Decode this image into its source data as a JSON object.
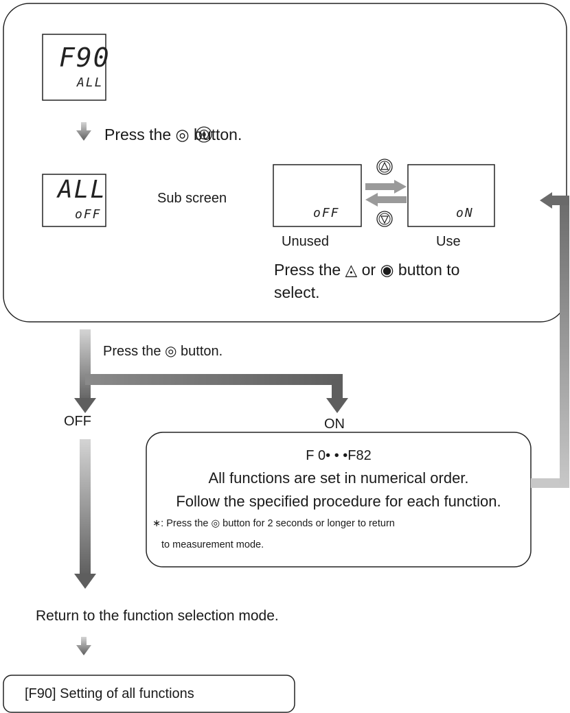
{
  "display_main": {
    "top": "F90",
    "bottom": "ALL"
  },
  "step1_label": "Press the ◎ button.",
  "display_sub": {
    "top": "ALL",
    "bottom": "oFF"
  },
  "sub_screen_label": "Sub screen",
  "option_unused": {
    "display": "oFF",
    "label": "Unused"
  },
  "option_use": {
    "display": "oN",
    "label": "Use"
  },
  "select_instruction": [
    "Press the ◬ or ◉ button to",
    "select."
  ],
  "step2_label": "Press the ◎ button.",
  "branch_off": "OFF",
  "branch_on": "ON",
  "on_box": {
    "range": "F 0• • •F82",
    "line1": "All functions are set in numerical order.",
    "line2": "Follow the specified procedure for each function.",
    "note_line1": "∗: Press the ◎ button for 2 seconds or longer to return",
    "note_line2": "to measurement mode."
  },
  "return_text": "Return to the function selection mode.",
  "final_box": "[F90] Setting of all functions"
}
